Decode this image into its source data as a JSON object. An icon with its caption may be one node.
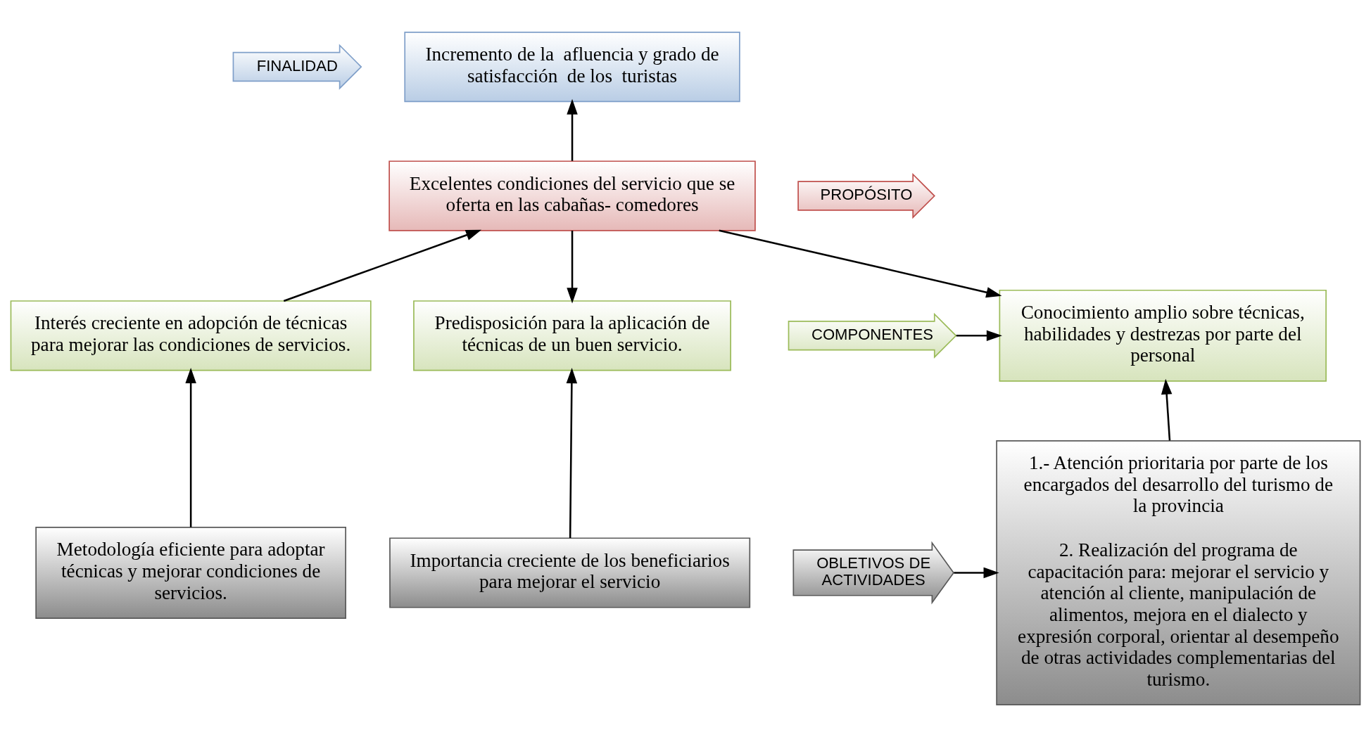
{
  "diagram": {
    "nodes": [
      {
        "text": [
          "FINALIDAD"
        ]
      },
      {
        "text": [
          "Incremento de la  afluencia y grado de satisfacción  de los  turistas"
        ]
      },
      {
        "text": [
          "PROPÓSITO"
        ]
      },
      {
        "text": [
          "Excelentes condiciones del servicio que se oferta en las cabañas- comedores"
        ]
      },
      {
        "text": [
          "COMPONENTES"
        ]
      },
      {
        "text": [
          "Conocimiento amplio sobre técnicas, habilidades y destrezas por parte del personal"
        ]
      },
      {
        "text": [
          "Interés creciente en adopción de técnicas para mejorar las condiciones de servicios."
        ]
      },
      {
        "text": [
          "Predisposición para la aplicación de técnicas de un buen servicio."
        ]
      },
      {
        "text": [
          "OBLETIVOS DE ACTIVIDADES"
        ]
      },
      {
        "text": [
          "1.- Atención prioritaria por parte de los encargados del desarrollo del turismo de la provincia",
          "2. Realización del programa de capacitación para: mejorar el servicio y atención al cliente, manipulación de alimentos, mejora en el dialecto y expresión corporal, orientar al desempeño de otras actividades complementarias del turismo."
        ]
      },
      {
        "text": [
          "Metodología eficiente para adoptar técnicas y mejorar condiciones de servicios."
        ]
      },
      {
        "text": [
          "Importancia creciente de los beneficiarios para mejorar el servicio"
        ]
      }
    ],
    "edges": [
      {
        "from": 3,
        "to": 1,
        "arrow": "to"
      },
      {
        "from": 6,
        "to": 3,
        "arrow": "to"
      },
      {
        "from": 3,
        "to": 5,
        "arrow": "to"
      },
      {
        "from": 3,
        "to": 7,
        "arrow": "to"
      },
      {
        "from": 4,
        "to": 5,
        "arrow": "to"
      },
      {
        "from": 8,
        "to": 9,
        "arrow": "to"
      },
      {
        "from": 9,
        "to": 5,
        "arrow": "to"
      },
      {
        "from": 10,
        "to": 6,
        "arrow": "to"
      },
      {
        "from": 11,
        "to": 7,
        "arrow": "to"
      }
    ]
  }
}
